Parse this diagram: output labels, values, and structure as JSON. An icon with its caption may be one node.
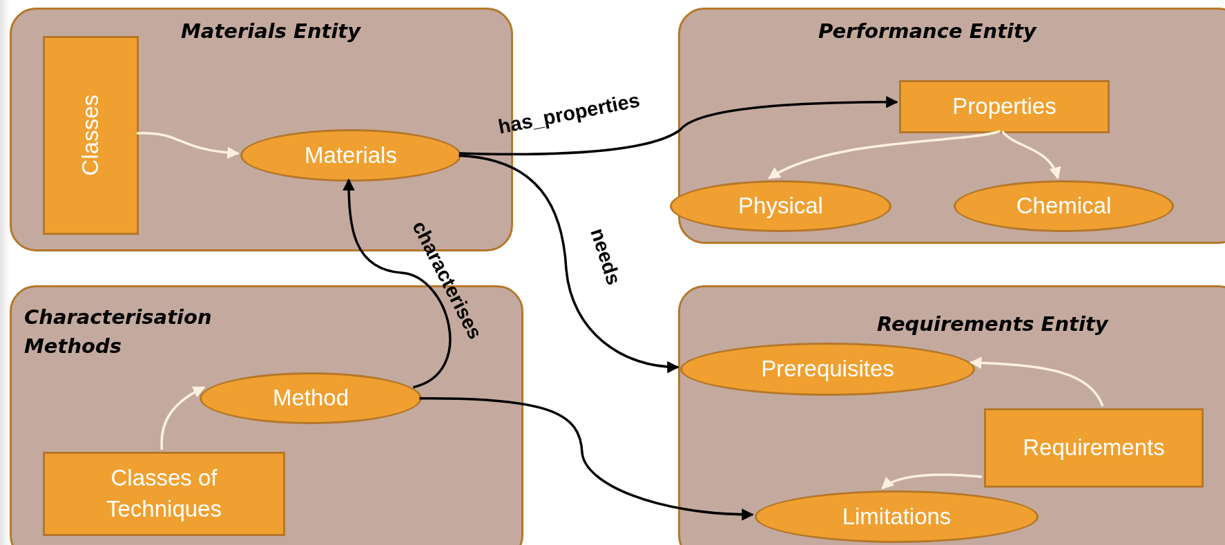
{
  "diagram": {
    "nodes": [
      {
        "text": [
          "Materials Entity"
        ]
      },
      {
        "text": [
          "Classes"
        ],
        "in": 0
      },
      {
        "text": [
          "Materials"
        ],
        "in": 0
      },
      {
        "text": [
          "Performance Entity"
        ]
      },
      {
        "text": [
          "Properties"
        ],
        "in": 3
      },
      {
        "text": [
          "Physical"
        ],
        "in": 3
      },
      {
        "text": [
          "Chemical"
        ],
        "in": 3
      },
      {
        "text": [
          "Characterisation Methods"
        ]
      },
      {
        "text": [
          "Method"
        ],
        "in": 7
      },
      {
        "text": [
          "Classes of Techniques"
        ],
        "in": 7
      },
      {
        "text": [
          "Requirements Entity"
        ]
      },
      {
        "text": [
          "Prerequisites"
        ],
        "in": 10
      },
      {
        "text": [
          "Requirements"
        ],
        "in": 10
      },
      {
        "text": [
          "Limitations"
        ],
        "in": 10
      }
    ],
    "edges": [
      {
        "from": 1,
        "to": 2,
        "arrow": "to"
      },
      {
        "from": 2,
        "to": 4,
        "arrow": "to",
        "label": "has_properties",
        "color": "#000000"
      },
      {
        "from": 4,
        "to": 5,
        "arrow": "to"
      },
      {
        "from": 4,
        "to": 6,
        "arrow": "to"
      },
      {
        "from": 8,
        "to": 2,
        "arrow": "to",
        "label": "characterises",
        "color": "#000000"
      },
      {
        "from": 2,
        "to": 11,
        "arrow": "to",
        "label": "needs",
        "color": "#000000"
      },
      {
        "from": 8,
        "to": 13,
        "arrow": "to",
        "color": "#000000"
      },
      {
        "from": 9,
        "to": 8,
        "arrow": "to"
      },
      {
        "from": 12,
        "to": 11,
        "arrow": "to"
      },
      {
        "from": 12,
        "to": 13,
        "arrow": "to"
      }
    ]
  }
}
